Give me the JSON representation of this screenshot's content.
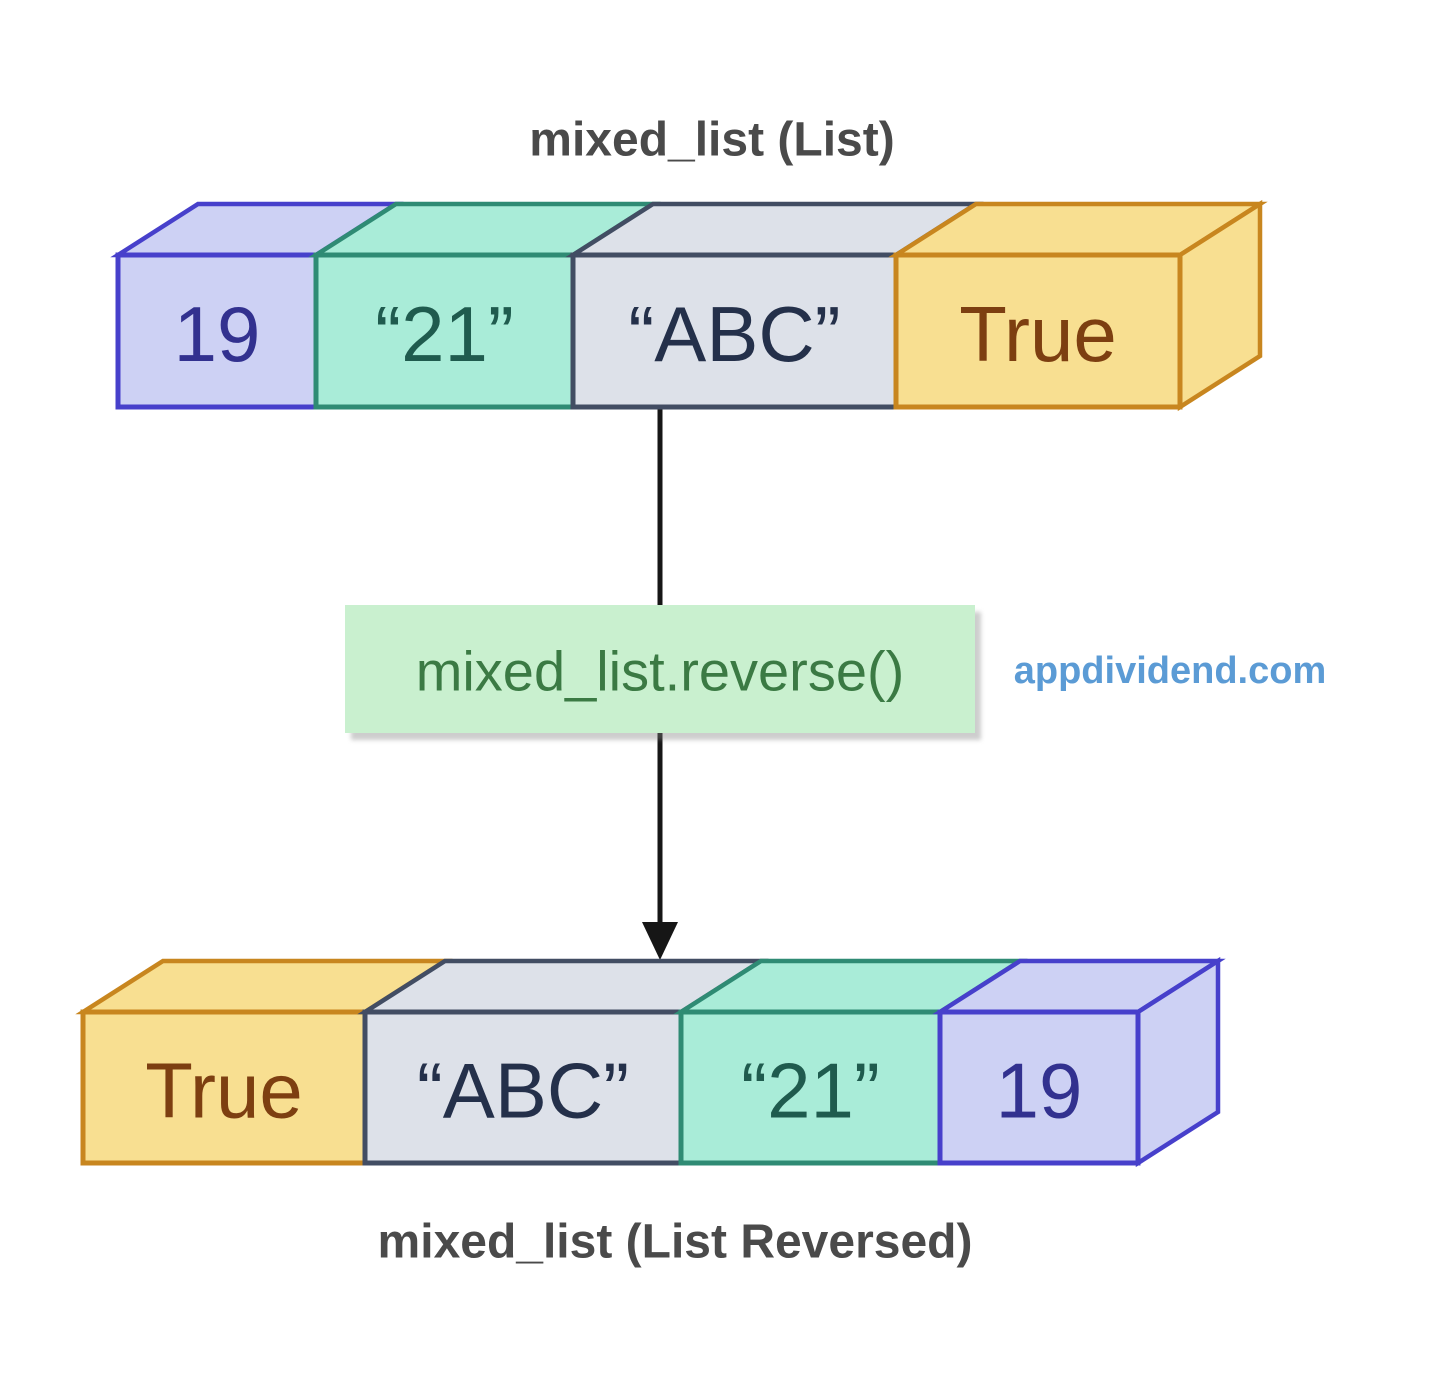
{
  "top_list": {
    "title": "mixed_list (List)",
    "title_color": "#4a4a4a",
    "cells": [
      {
        "label": "19",
        "fill": "#cdd1f4",
        "stroke": "#4740cb",
        "text_color": "#32318f"
      },
      {
        "label": "“21”",
        "fill": "#a9ecd8",
        "stroke": "#2f8b74",
        "text_color": "#1f5b4e"
      },
      {
        "label": "“ABC”",
        "fill": "#dde1e9",
        "stroke": "#424d63",
        "text_color": "#24304a"
      },
      {
        "label": "True",
        "fill": "#f8df91",
        "stroke": "#c8861f",
        "text_color": "#7d3f11"
      }
    ]
  },
  "bottom_list": {
    "title": "mixed_list (List Reversed)",
    "title_color": "#4a4a4a",
    "cells": [
      {
        "label": "True",
        "fill": "#f8df91",
        "stroke": "#c8861f",
        "text_color": "#7d3f11"
      },
      {
        "label": "“ABC”",
        "fill": "#dde1e9",
        "stroke": "#424d63",
        "text_color": "#24304a"
      },
      {
        "label": "“21”",
        "fill": "#a9ecd8",
        "stroke": "#2f8b74",
        "text_color": "#1f5b4e"
      },
      {
        "label": "19",
        "fill": "#cdd1f4",
        "stroke": "#4740cb",
        "text_color": "#32318f"
      }
    ]
  },
  "operation": {
    "label": "mixed_list.reverse()",
    "bg": "#c9f0cf",
    "text_color": "#3b7a44"
  },
  "watermark": {
    "text": "appdividend.com",
    "color": "#5b9bd5"
  },
  "arrow": {
    "color": "#161616"
  }
}
